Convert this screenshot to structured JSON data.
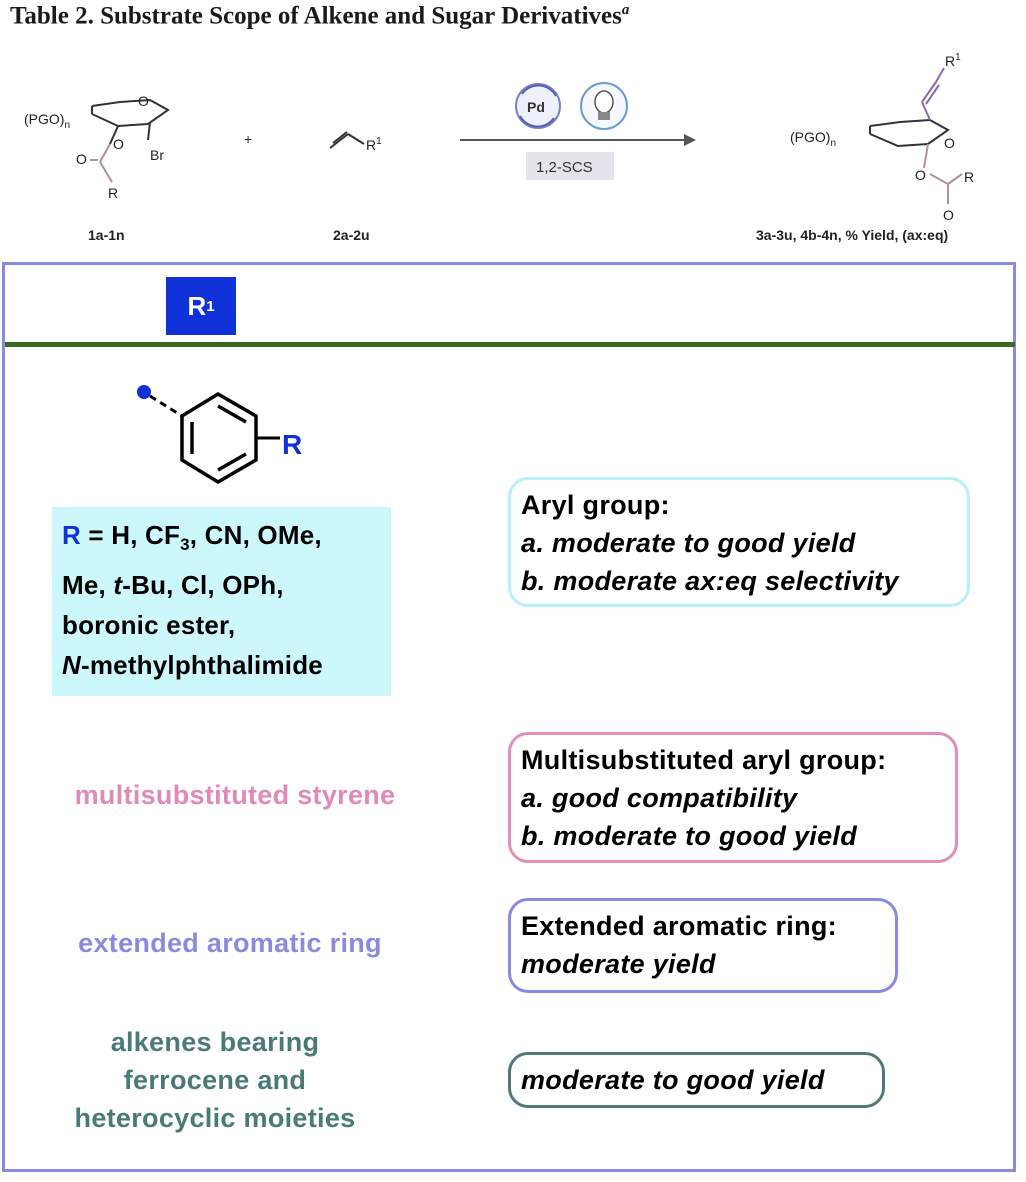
{
  "caption": {
    "text": "Table 2. Substrate Scope of Alkene and Sugar Derivatives",
    "footnote_mark": "a"
  },
  "scheme": {
    "reactant1": {
      "pgo": "(PGO)",
      "n": "n",
      "ring_o": "O",
      "br": "Br",
      "carbonyl_o": "O",
      "r": "R",
      "label": "1a-1n"
    },
    "plus": "+",
    "reactant2": {
      "r1": "R",
      "r1_sup": "1",
      "label": "2a-2u"
    },
    "catalyst": "Pd",
    "arrow_label": "1,2-SCS",
    "product": {
      "pgo": "(PGO)",
      "n": "n",
      "ring_o": "O",
      "r1": "R",
      "r1_sup": "1",
      "ester_o": "O",
      "carbonyl_o": "O",
      "r": "R",
      "label": "3a-3u, 4b-4n, % Yield, (ax:eq)"
    }
  },
  "header_badge": {
    "text": "R",
    "sup": "1"
  },
  "phenyl_r": "R",
  "r_definition": {
    "r": "R",
    "line1_rest": " = H, CF",
    "cf3_sub": "3",
    "line1_end": ", CN, OMe,",
    "line2_pre": "Me, ",
    "line2_italic": "t",
    "line2_post": "-Bu, Cl, OPh,",
    "line3": "boronic ester,",
    "line4_italic": "N",
    "line4_post": "-methylphthalimide"
  },
  "rows": [
    {
      "label": "",
      "heading": "Aryl group:",
      "lines": [
        "a. moderate to good yield",
        "b. moderate ax:eq selectivity"
      ],
      "color": "#b8f0f8"
    },
    {
      "label": "multisubstituted styrene",
      "heading": "Multisubstituted aryl group:",
      "lines": [
        "a. good compatibility",
        "b. moderate to good yield"
      ],
      "color": "#e090b8"
    },
    {
      "label": "extended aromatic ring",
      "heading": "Extended aromatic ring:",
      "lines": [
        "moderate yield"
      ],
      "color": "#8a8ae0"
    },
    {
      "label_lines": [
        "alkenes bearing",
        "ferrocene and",
        "heterocyclic moieties"
      ],
      "lines": [
        "moderate to good yield"
      ],
      "color": "#507878"
    }
  ],
  "colors": {
    "badge": "#1030d8",
    "divider": "#3a6a20",
    "frame": "#8a8ae0",
    "r_box": "#ccf8fc"
  }
}
